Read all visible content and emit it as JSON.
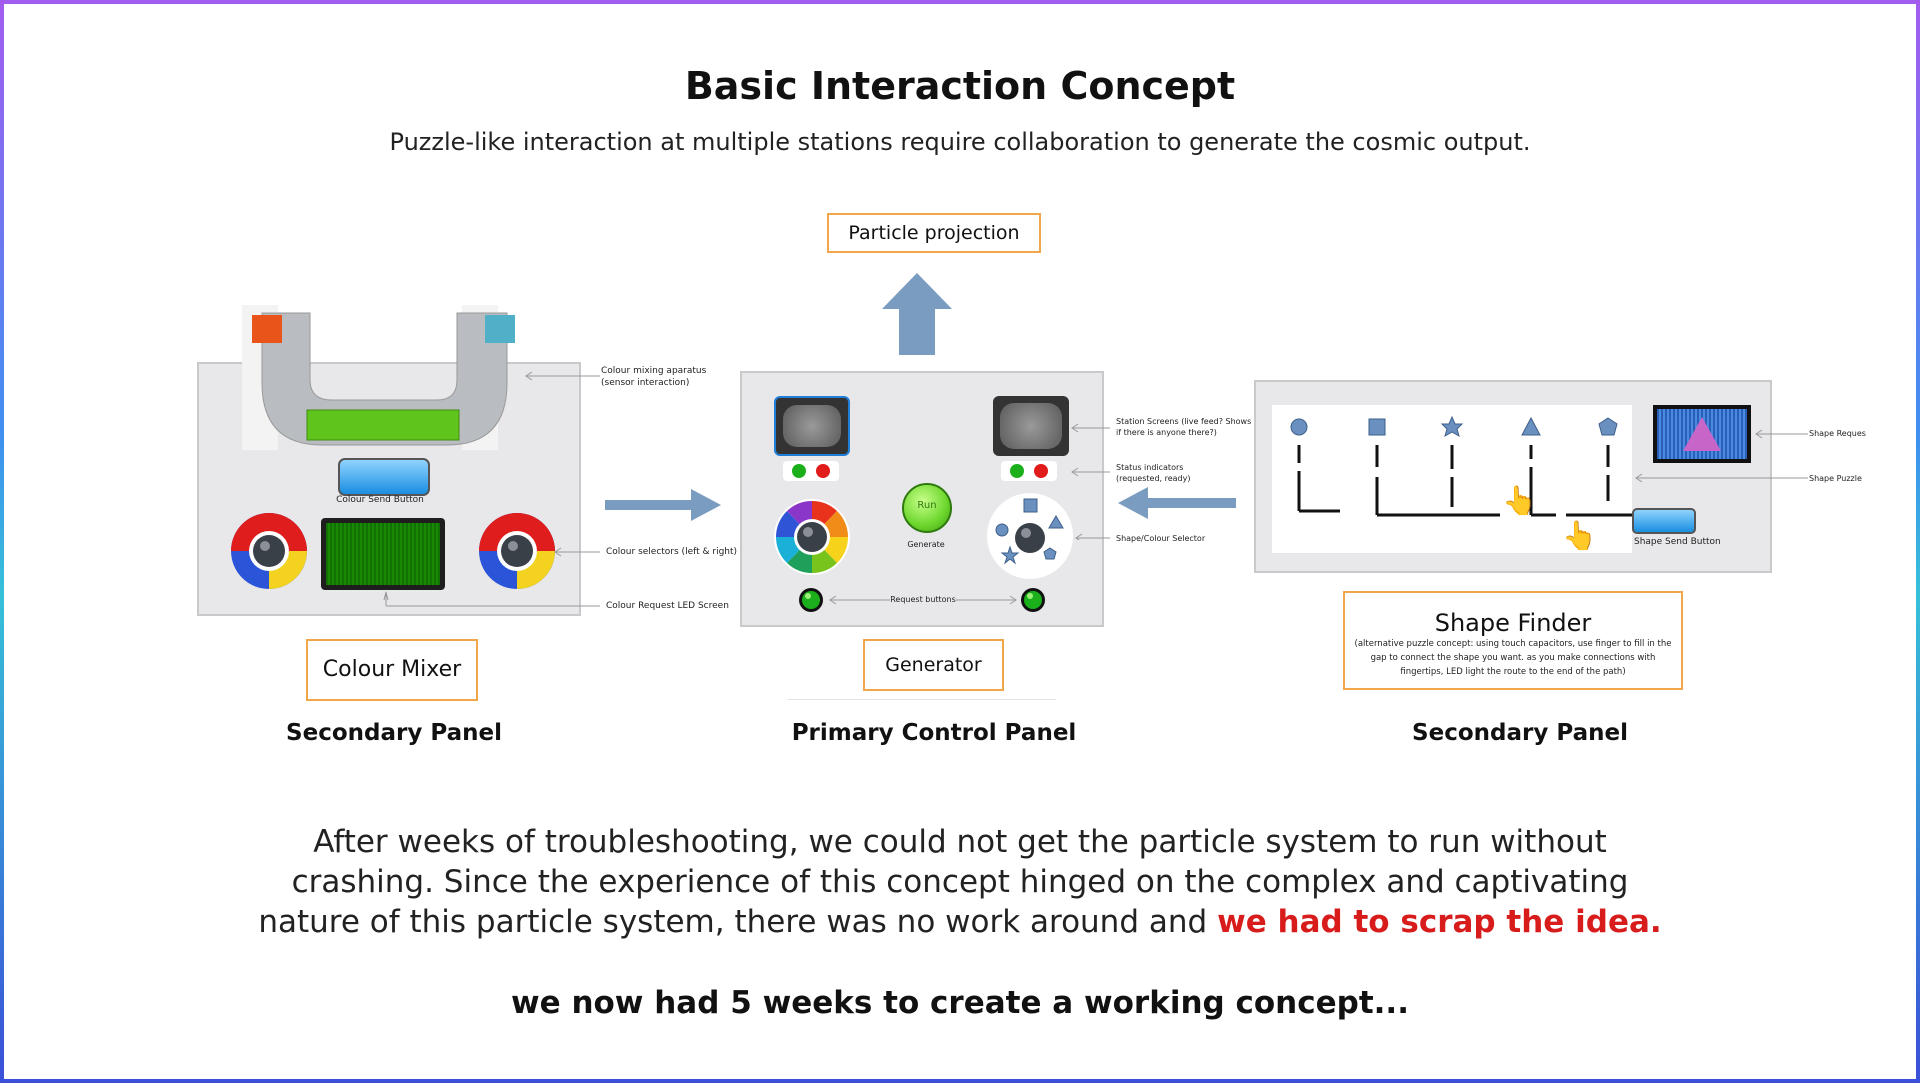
{
  "header": {
    "title": "Basic Interaction Concept",
    "subtitle": "Puzzle-like interaction at multiple stations require collaboration to generate the cosmic output."
  },
  "output": {
    "label": "Particle projection"
  },
  "colour_mixer": {
    "box_label": "Colour Mixer",
    "panel_type": "Secondary Panel",
    "send_button": "Colour Send Button",
    "annotations": {
      "apparatus_1": "Colour mixing aparatus",
      "apparatus_2": "(sensor interaction)",
      "selectors": "Colour selectors (left & right)",
      "led": "Colour Request LED Screen"
    }
  },
  "generator": {
    "box_label": "Generator",
    "panel_type": "Primary Control Panel",
    "run_label": "Run",
    "generate_label": "Generate",
    "request_label": "Request buttons",
    "annotations": {
      "screens_1": "Station Screens  (live feed? Shows",
      "screens_2": "if there is anyone there?)",
      "status_1": "Status indicators",
      "status_2": "(requested, ready)",
      "selector": "Shape/Colour Selector"
    }
  },
  "shape_finder": {
    "box_title": "Shape Finder",
    "box_desc_1": "(alternative puzzle concept: using touch capacitors, use finger to fill in the",
    "box_desc_2": "gap to connect the shape you want. as you make connections with",
    "box_desc_3": "fingertips, LED light the route to the end of the path)",
    "panel_type": "Secondary Panel",
    "send_button": "Shape Send Button",
    "annotations": {
      "request": "Shape Reques",
      "puzzle": "Shape Puzzle"
    }
  },
  "body": {
    "line_1": "After weeks of troubleshooting, we could not get the particle system to run without",
    "line_2": "crashing. Since the experience of this concept hinged on the complex and captivating",
    "line_3": "nature of this particle system, there was no work around and",
    "emphasis": "we had to scrap the idea.",
    "closing": "we now had 5 weeks to create a working concept..."
  },
  "colors": {
    "accent_border": "#f0a64a",
    "emphasis": "#d81c1c",
    "arrow": "#7a9cc0",
    "panel": "#e8e8ea"
  }
}
